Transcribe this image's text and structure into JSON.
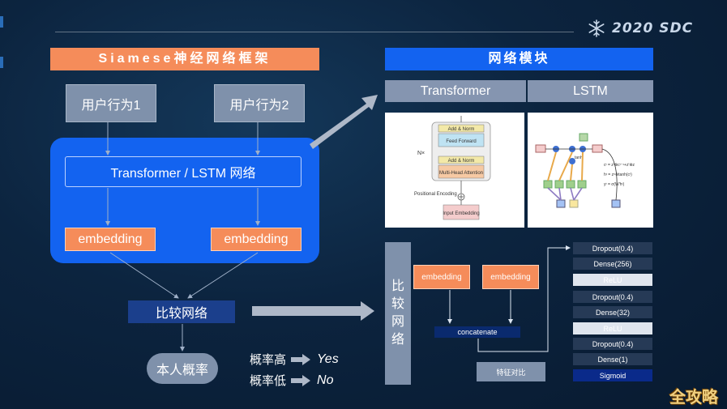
{
  "header": {
    "logo_text": "2020 SDC"
  },
  "siamese": {
    "title": "Siamese神经网络框架",
    "input_left": "用户行为1",
    "input_right": "用户行为2",
    "encoder": "Transformer / LSTM 网络",
    "embedding_left": "embedding",
    "embedding_right": "embedding",
    "compare": "比较网络",
    "probability": "本人概率",
    "legend": [
      {
        "label": "概率高",
        "result": "Yes"
      },
      {
        "label": "概率低",
        "result": "No"
      }
    ]
  },
  "modules": {
    "title": "网络模块",
    "tabs": [
      "Transformer",
      "LSTM"
    ],
    "transformer_diagram": {
      "add_norm_top": "Add & Norm",
      "feed_forward": "Feed Forward",
      "add_norm_mid": "Add & Norm",
      "multi_head": "Multi-Head Attention",
      "nx": "N×",
      "positional": "Positional Encoding",
      "input_embedding": "Input Embedding"
    },
    "lstm_diagram": {
      "tanh": "tanh",
      "eq1": "cᵗ = zᶠ⊗cᵗ⁻¹+zⁱ⊗z",
      "eq2": "hᵗ = zᵒ⊗tanh(cᵗ)",
      "eq3": "yᵗ = σ(W′hᵗ)"
    }
  },
  "compare_net": {
    "label_chars": [
      "比",
      "较",
      "网",
      "络"
    ],
    "embedding_left": "embedding",
    "embedding_right": "embedding",
    "concatenate": "concatenate",
    "feature": "特征对比",
    "layers": [
      {
        "label": "Dropout(0.4)",
        "style": "dark"
      },
      {
        "label": "Dense(256)",
        "style": "dark"
      },
      {
        "label": "ReLU",
        "style": "light"
      },
      {
        "label": "Dropout(0.4)",
        "style": "dark"
      },
      {
        "label": "Dense(32)",
        "style": "dark"
      },
      {
        "label": "ReLU",
        "style": "light"
      },
      {
        "label": "Dropout(0.4)",
        "style": "dark"
      },
      {
        "label": "Dense(1)",
        "style": "dark"
      },
      {
        "label": "Sigmoid",
        "style": "sig"
      }
    ]
  },
  "watermark": "全攻略",
  "colors": {
    "orange": "#f58c5a",
    "blue": "#1363f0",
    "grey": "#7f91ab",
    "navy": "#0a2a6e"
  }
}
